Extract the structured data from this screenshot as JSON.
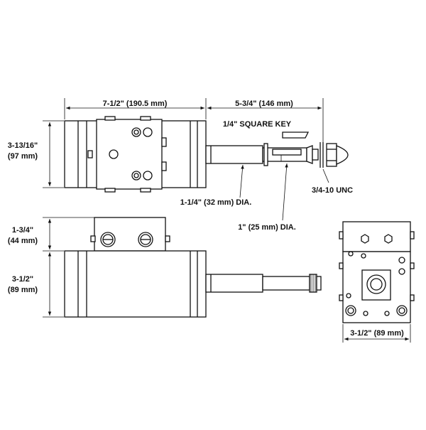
{
  "dimensions": {
    "body_length": "7-1/2\" (190.5 mm)",
    "shaft_length": "5-3/4\" (146 mm)",
    "square_key": "1/4\" SQUARE KEY",
    "body_height_line1": "3-13/16\"",
    "body_height_line2": "(97 mm)",
    "thread": "3/4-10 UNC",
    "shaft_dia_large": "1-1/4\" (32 mm) DIA.",
    "shaft_dia_small": "1\" (25 mm) DIA.",
    "cap_height_line1": "1-3/4\"",
    "cap_height_line2": "(44 mm)",
    "side_height_line1": "3-1/2\"",
    "side_height_line2": "(89 mm)",
    "end_width": "3-1/2\" (89 mm)"
  }
}
